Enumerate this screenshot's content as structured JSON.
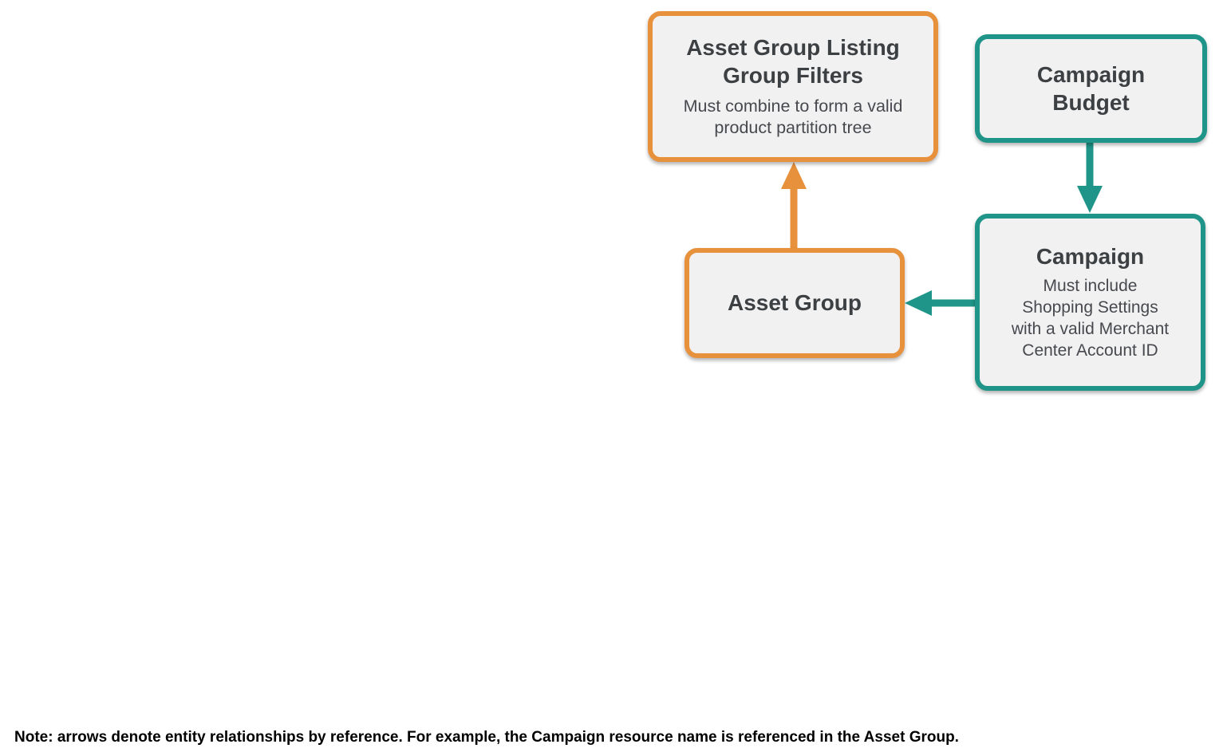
{
  "diagram": {
    "nodes": [
      {
        "id": "asset-group-listing-group-filters",
        "title": "Asset Group Listing Group Filters",
        "subtitle": "Must combine to form a valid product partition tree",
        "accent": "orange"
      },
      {
        "id": "campaign-budget",
        "title": "Campaign Budget",
        "accent": "teal"
      },
      {
        "id": "campaign",
        "title": "Campaign",
        "subtitle": "Must include Shopping Settings with a valid Merchant Center Account ID",
        "accent": "teal"
      },
      {
        "id": "asset-group",
        "title": "Asset Group",
        "accent": "orange"
      }
    ],
    "edges": [
      {
        "from": "asset-group",
        "to": "asset-group-listing-group-filters",
        "color": "orange",
        "direction": "up"
      },
      {
        "from": "campaign-budget",
        "to": "campaign",
        "color": "teal",
        "direction": "down"
      },
      {
        "from": "campaign",
        "to": "asset-group",
        "color": "teal",
        "direction": "left"
      }
    ],
    "colors": {
      "orange": "#e8913c",
      "teal": "#1f9488",
      "node_fill": "#f1f1f2",
      "title_text": "#3c4043",
      "subtitle_text": "#47494e"
    }
  },
  "note": "Note: arrows denote entity relationships by reference. For example, the Campaign resource name is referenced in the Asset Group."
}
